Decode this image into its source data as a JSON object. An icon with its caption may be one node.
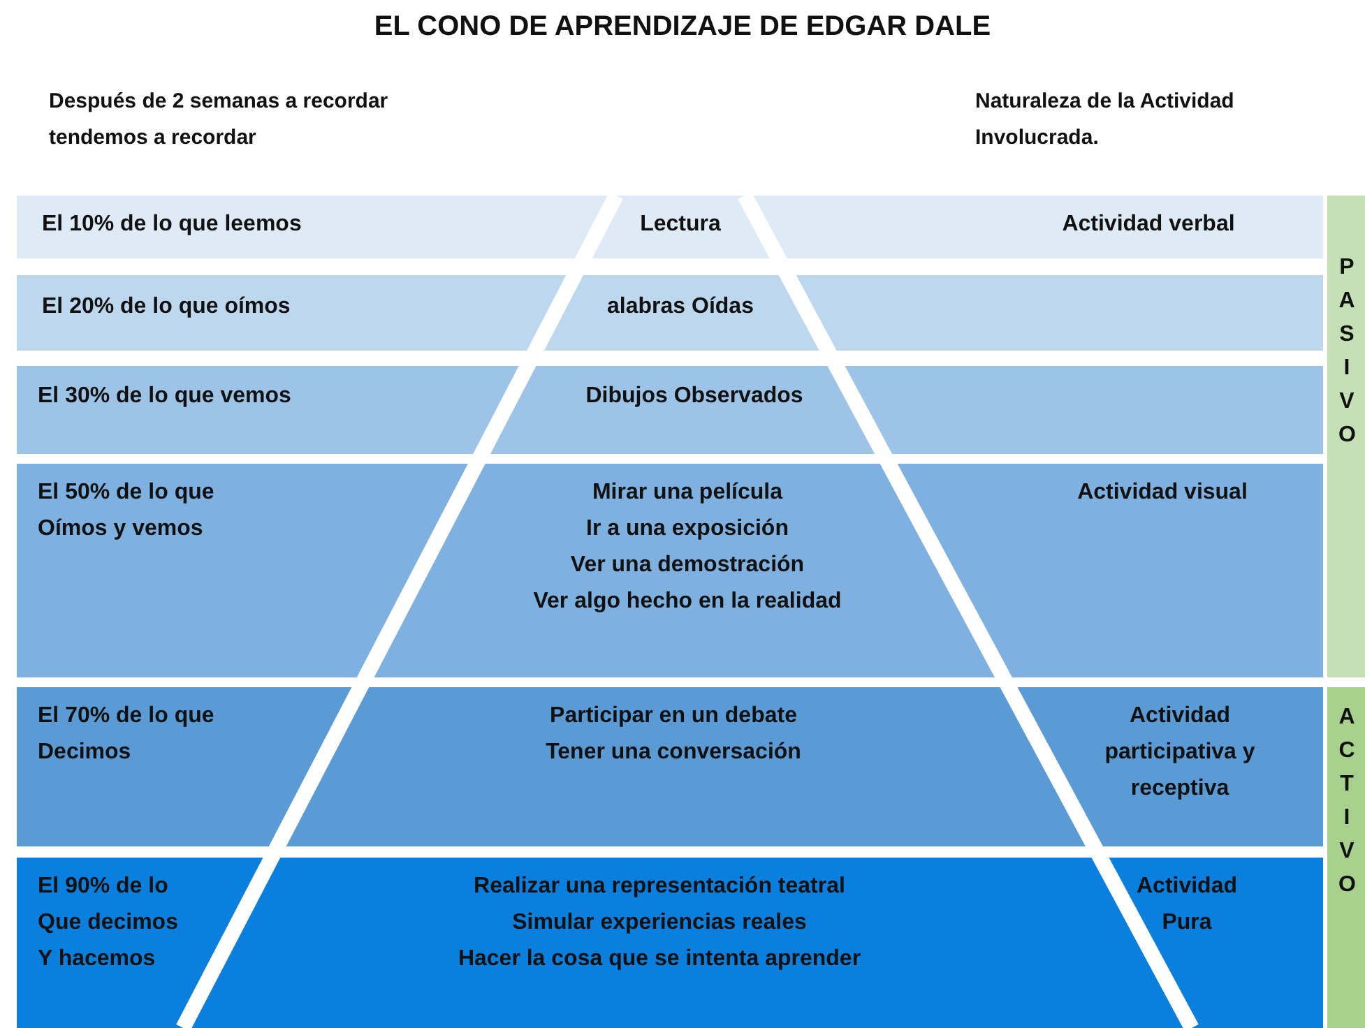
{
  "diagram": {
    "title": "EL CONO DE APRENDIZAJE DE EDGAR DALE",
    "nodes": [
      {
        "text": [
          "El 10% de lo que leemos",
          "Lectura",
          "Actividad verbal"
        ]
      },
      {
        "text": [
          "El 20% de lo que oímos",
          "alabras Oídas"
        ]
      },
      {
        "text": [
          "El 30% de lo que vemos",
          "Dibujos Observados"
        ]
      },
      {
        "text": [
          "El 50% de lo que Oímos y vemos",
          "Mirar una película",
          "Ir a una exposición",
          "Ver una demostración",
          "Ver algo hecho en la realidad",
          "Actividad visual"
        ]
      },
      {
        "text": [
          "El 70% de lo que Decimos",
          "Participar en un debate",
          "Tener una conversación",
          "Actividad participativa y receptiva"
        ]
      },
      {
        "text": [
          "El 90% de lo Que decimos Y hacemos",
          "Realizar una representación teatral",
          "Simular experiencias reales",
          "Hacer la cosa que se intenta aprender",
          "Actividad Pura"
        ]
      },
      {
        "text": [
          "PASIVO"
        ]
      },
      {
        "text": [
          "ACTIVO"
        ]
      }
    ],
    "labels": [
      "Después de 2 semanas a recordar tendemos a recordar",
      "Naturaleza de la Actividad Involucrada."
    ]
  }
}
